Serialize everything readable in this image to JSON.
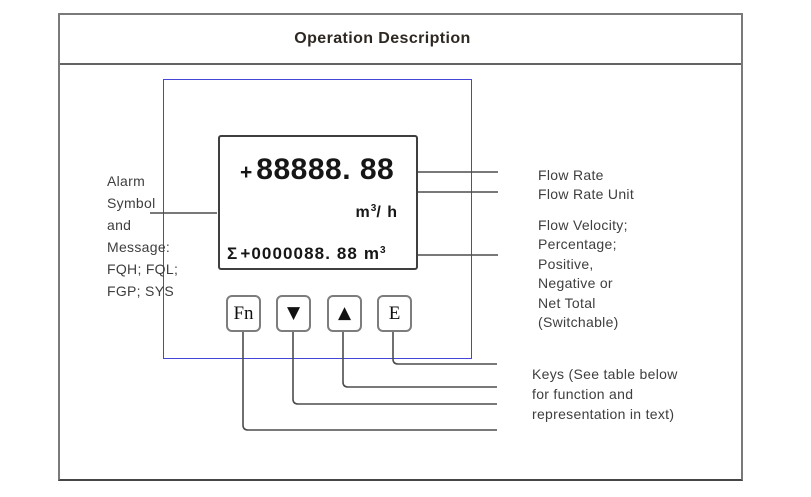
{
  "title": "Operation Description",
  "display": {
    "flow_rate": {
      "sign": "+",
      "value": "88888. 88"
    },
    "flow_unit": {
      "base": "m",
      "exponent": "3",
      "suffix": "/ h"
    },
    "total": {
      "sigma": "Σ",
      "sign": "+",
      "value": "0000088. 88",
      "unit_base": "m",
      "unit_exponent": "3"
    }
  },
  "keys": [
    {
      "label": "Fn"
    },
    {
      "label": "▼"
    },
    {
      "label": "▲"
    },
    {
      "label": "E"
    }
  ],
  "annotations": {
    "alarm_label": "Alarm\nSymbol\nand\nMessage:\nFQH; FQL;\nFGP; SYS",
    "flow_rate_label": "Flow Rate",
    "flow_rate_unit_label": "Flow Rate Unit",
    "velocity_label": "Flow Velocity;\nPercentage;\nPositive,\nNegative or\nNet Total\n(Switchable)",
    "keys_label": "Keys (See table below\nfor function and\nrepresentation in text)"
  },
  "colors": {
    "panel_outline": "#4545da",
    "frame_border": "#7a7a7a",
    "connector_line": "#4d4d4d",
    "display_text": "#161616",
    "label_text": "#3e3e3e"
  }
}
